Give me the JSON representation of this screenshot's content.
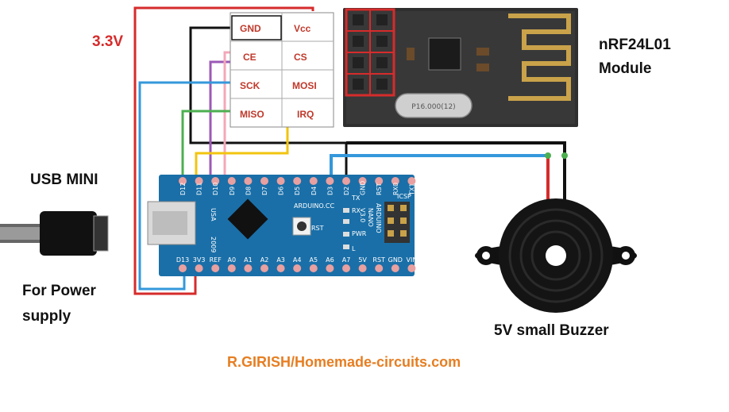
{
  "labels": {
    "voltage": "3.3V",
    "module_name_line1": "nRF24L01",
    "module_name_line2": "Module",
    "usb_title": "USB MINI",
    "power_line1": "For Power",
    "power_line2": "supply",
    "buzzer_caption": "5V small Buzzer",
    "credit": "R.GIRISH/Homemade-circuits.com",
    "crystal_text": "P16.000(12)"
  },
  "pin_table": {
    "r1_left": "GND",
    "r1_right": "Vcc",
    "r2_left": "CE",
    "r2_right": "CS",
    "r3_left": "SCK",
    "r3_right": "MOSI",
    "r4_left": "MISO",
    "r4_right": "IRQ"
  },
  "nano": {
    "top_pins": [
      "D12",
      "D11",
      "D10",
      "D9",
      "D8",
      "D7",
      "D6",
      "D5",
      "D4",
      "D3",
      "D2",
      "GND",
      "RST",
      "RX0",
      "TX1"
    ],
    "bottom_pins": [
      "D13",
      "3V3",
      "REF",
      "A0",
      "A1",
      "A2",
      "A3",
      "A4",
      "A5",
      "A6",
      "A7",
      "5V",
      "RST",
      "GND",
      "VIN"
    ],
    "usa": "USA",
    "year": "2009",
    "arduino_cc": "ARDUINO.CC",
    "model_l1": "ARDUINO",
    "model_l2": "NANO",
    "model_l3": "V3.0",
    "icsp": "ICSP",
    "rst": "RST",
    "tx": "TX",
    "rx": "RX",
    "pwr": "PWR",
    "l": "L"
  },
  "colors": {
    "vcc_wire": "#d62b2b",
    "gnd_wire": "#111111",
    "ce_wire": "#9b59b6",
    "cs_wire": "#f4a7b9",
    "sck_wire": "#3498db",
    "mosi_wire": "#f1c40f",
    "miso_wire": "#4caf50",
    "board_blue": "#1a6fa8",
    "credit_orange": "#e67e22",
    "label_red": "#c0392b"
  }
}
